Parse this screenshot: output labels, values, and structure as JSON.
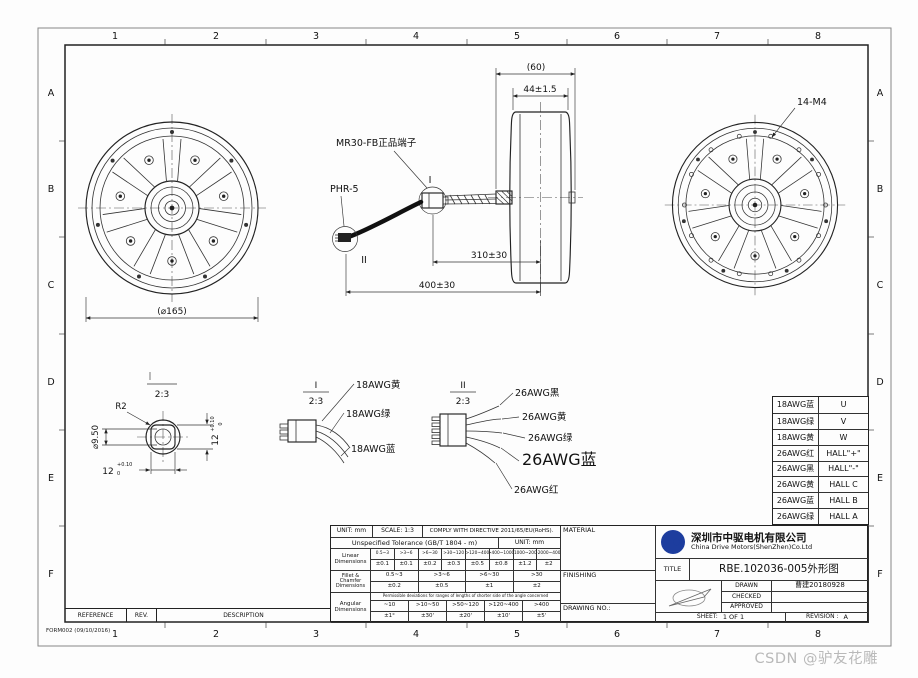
{
  "watermark": "CSDN @驴友花雕",
  "form_no": "FORM002 (09/10/2016)",
  "grid": {
    "cols": [
      "1",
      "2",
      "3",
      "4",
      "5",
      "6",
      "7",
      "8"
    ],
    "rows": [
      "A",
      "B",
      "C",
      "D",
      "E",
      "F"
    ]
  },
  "drawing": {
    "front": {
      "dim_diameter": "(⌀165)"
    },
    "side": {
      "dim_width_outer": "(60)",
      "dim_width_tire": "44±1.5"
    },
    "rear": {
      "bolt_label": "14-M4"
    },
    "cable": {
      "mr30_label": "MR30-FB正品端子",
      "phr_label": "PHR-5",
      "marker_1": "I",
      "marker_2": "II",
      "dim_310": "310±30",
      "dim_400": "400±30"
    },
    "axle_detail": {
      "scale": "2:3",
      "hole_dia": "⌀9.50",
      "fillet": "R2",
      "across_flats": "12",
      "tol_plus": "+0.10",
      "tol_minus": "0"
    },
    "detail_1": {
      "marker": "I",
      "scale": "2:3",
      "wires": [
        "18AWG黄",
        "18AWG绿",
        "18AWG蓝"
      ]
    },
    "detail_2": {
      "marker": "II",
      "scale": "2:3",
      "wires": [
        "26AWG黑",
        "26AWG黄",
        "26AWG绿",
        "26AWG蓝",
        "26AWG红"
      ]
    }
  },
  "wire_table": {
    "rows": [
      {
        "wire": "18AWG蓝",
        "signal": "U"
      },
      {
        "wire": "18AWG绿",
        "signal": "V"
      },
      {
        "wire": "18AWG黄",
        "signal": "W"
      },
      {
        "wire": "26AWG红",
        "signal": "HALL\"+\""
      },
      {
        "wire": "26AWG黑",
        "signal": "HALL\"-\""
      },
      {
        "wire": "26AWG黄",
        "signal": "HALL C"
      },
      {
        "wire": "26AWG蓝",
        "signal": "HALL B"
      },
      {
        "wire": "26AWG绿",
        "signal": "HALL A"
      }
    ]
  },
  "title_block": {
    "unit": "UNIT: mm",
    "scale": "SCALE: 1:3",
    "directive": "COMPLY WITH DIRECTIVE 2011/65/EU(RoHS).",
    "tolerance_header": "Unspecified Tolerance (GB/T 1804 - m)",
    "unit2": "UNIT: mm",
    "linear_label": "Linear Dimensions",
    "linear_ranges": [
      "0.5~3",
      ">3~6",
      ">6~30",
      ">30~120",
      ">120~400",
      ">400~1000",
      ">1000~2000",
      ">2000~4000"
    ],
    "linear_tols": [
      "±0.1",
      "±0.1",
      "±0.2",
      "±0.3",
      "±0.5",
      "±0.8",
      "±1.2",
      "±2"
    ],
    "fillet_label": "Fillet & Chamfer Dimensions",
    "fillet_ranges": [
      "0.5~3",
      ">3~6",
      ">6~30",
      ">30"
    ],
    "fillet_tols": [
      "±0.2",
      "±0.5",
      "±1",
      "±2"
    ],
    "angular_label": "Angular Dimensions",
    "angular_note": "Permissible deviations for ranges of lengths of shorter side of the angle concerned",
    "angular_ranges": [
      "~10",
      ">10~50",
      ">50~120",
      ">120~400",
      ">400"
    ],
    "angular_tols": [
      "±1°",
      "±30'",
      "±20'",
      "±10'",
      "±5'"
    ],
    "material_label": "MATERIAL",
    "finishing_label": "FINISHING",
    "drawing_no_label": "DRAWING NO.:",
    "company_cn": "深圳市中驱电机有限公司",
    "company_en": "China Drive Motors(ShenZhen)Co.Ltd",
    "title_label": "TITLE",
    "title_value": "RBE.102036-005外形图",
    "drawn_label": "DRAWN",
    "drawn_value": "曹建20180928",
    "checked_label": "CHECKED",
    "approved_label": "APPROVED",
    "sheet_label": "SHEET:",
    "sheet_value": "1 OF 1",
    "revision_label": "REVISION :",
    "revision_value": "A",
    "reference_label": "REFERENCE",
    "rev_label": "REV.",
    "description_label": "DESCRIPTION"
  }
}
